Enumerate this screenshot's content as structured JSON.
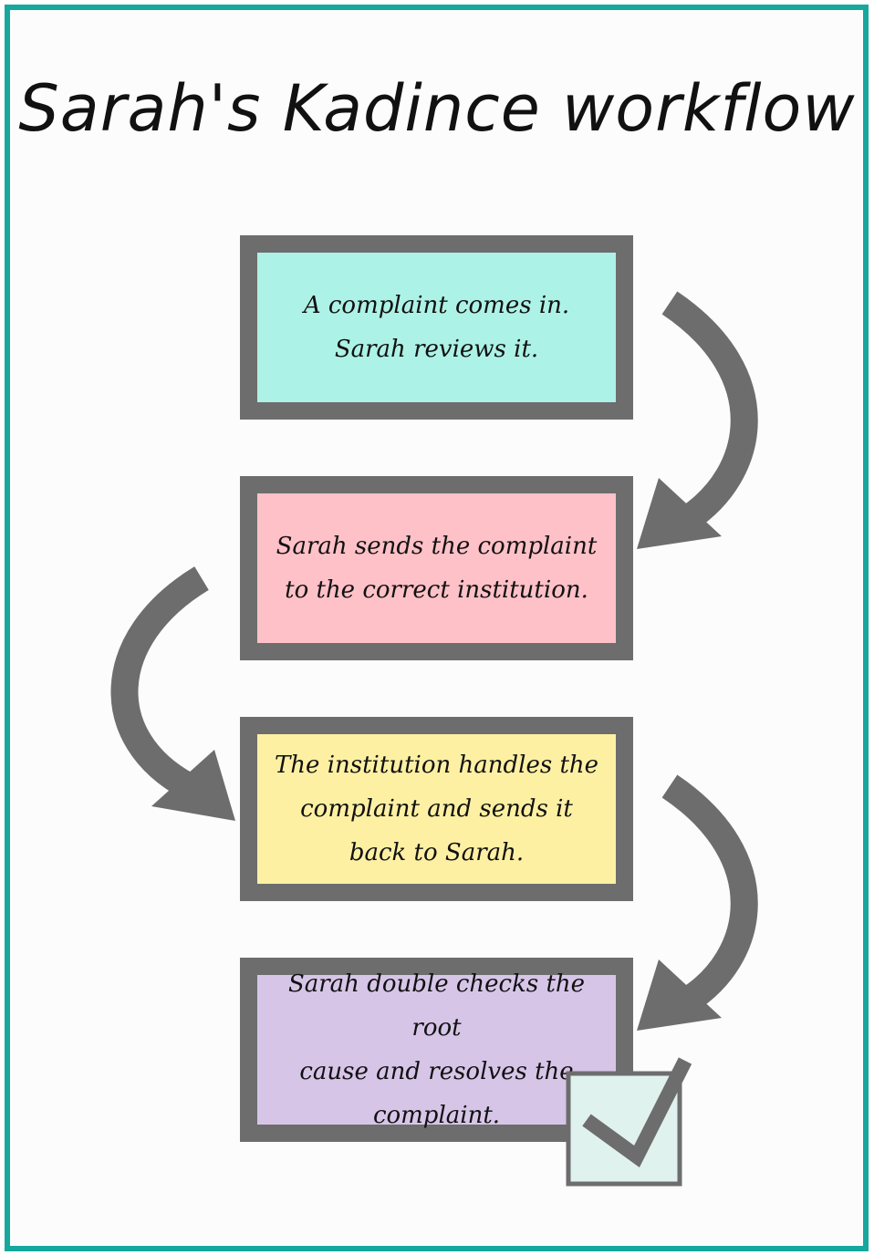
{
  "title": "Sarah's Kadince workflow",
  "steps": [
    {
      "text": "A complaint comes in.\nSarah reviews it.",
      "color": "#adf2e6"
    },
    {
      "text": "Sarah sends the complaint\nto the correct institution.",
      "color": "#ffc1c8"
    },
    {
      "text": "The institution handles the\ncomplaint and sends it\nback to Sarah.",
      "color": "#fef0a3"
    },
    {
      "text": "Sarah double checks the root\ncause and resolves the\ncomplaint.",
      "color": "#d7c5e8"
    }
  ],
  "colors": {
    "frame": "#16a79d",
    "box_border": "#6d6d6d",
    "arrow": "#6d6d6d",
    "checkbox_fill": "#dff2ee",
    "checkbox_border": "#6d6d6d"
  }
}
